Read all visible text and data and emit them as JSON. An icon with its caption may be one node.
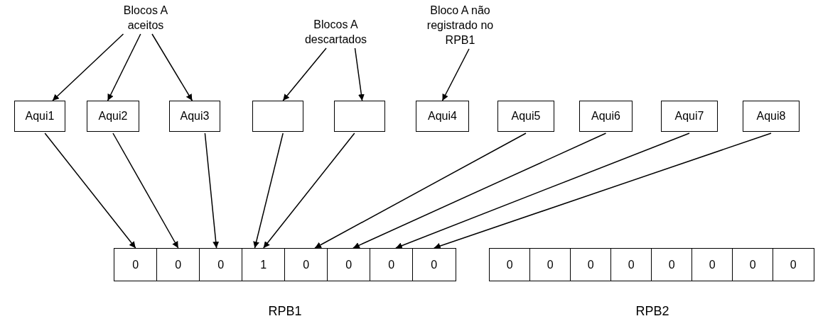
{
  "diagram": {
    "nodes": [
      {
        "text": [
          "Blocos A aceitos"
        ]
      },
      {
        "text": [
          "Blocos A descartados"
        ]
      },
      {
        "text": [
          "Bloco A não registrado no RPB1"
        ]
      },
      {
        "text": [
          "Aqui1"
        ]
      },
      {
        "text": [
          "Aqui2"
        ]
      },
      {
        "text": [
          "Aqui3"
        ]
      },
      {
        "text": [],
        "shape": "box"
      },
      {
        "text": [],
        "shape": "box"
      },
      {
        "text": [
          "Aqui4"
        ]
      },
      {
        "text": [
          "Aqui5"
        ]
      },
      {
        "text": [
          "Aqui6"
        ]
      },
      {
        "text": [
          "Aqui7"
        ]
      },
      {
        "text": [
          "Aqui8"
        ]
      },
      {
        "text": [
          "RPB1"
        ]
      },
      {
        "text": [
          "0"
        ],
        "in": 13
      },
      {
        "text": [
          "0"
        ],
        "in": 13
      },
      {
        "text": [
          "0"
        ],
        "in": 13
      },
      {
        "text": [
          "1"
        ],
        "in": 13
      },
      {
        "text": [
          "0"
        ],
        "in": 13
      },
      {
        "text": [
          "0"
        ],
        "in": 13
      },
      {
        "text": [
          "0"
        ],
        "in": 13
      },
      {
        "text": [
          "0"
        ],
        "in": 13
      },
      {
        "text": [
          "RPB2"
        ]
      },
      {
        "text": [
          "0"
        ],
        "in": 22
      },
      {
        "text": [
          "0"
        ],
        "in": 22
      },
      {
        "text": [
          "0"
        ],
        "in": 22
      },
      {
        "text": [
          "0"
        ],
        "in": 22
      },
      {
        "text": [
          "0"
        ],
        "in": 22
      },
      {
        "text": [
          "0"
        ],
        "in": 22
      },
      {
        "text": [
          "0"
        ],
        "in": 22
      },
      {
        "text": [
          "0"
        ],
        "in": 22
      }
    ],
    "edges": [
      {
        "from": 0,
        "to": 3,
        "arrow": "to"
      },
      {
        "from": 0,
        "to": 4,
        "arrow": "to"
      },
      {
        "from": 0,
        "to": 5,
        "arrow": "to"
      },
      {
        "from": 1,
        "to": 6,
        "arrow": "to"
      },
      {
        "from": 1,
        "to": 7,
        "arrow": "to"
      },
      {
        "from": 2,
        "to": 8,
        "arrow": "to"
      },
      {
        "from": 3,
        "to": 14,
        "arrow": "to"
      },
      {
        "from": 4,
        "to": 15,
        "arrow": "to"
      },
      {
        "from": 5,
        "to": 16,
        "arrow": "to"
      },
      {
        "from": 6,
        "to": 17,
        "arrow": "to"
      },
      {
        "from": 7,
        "to": 17,
        "arrow": "to"
      },
      {
        "from": 9,
        "to": 18,
        "arrow": "to"
      },
      {
        "from": 10,
        "to": 19,
        "arrow": "to"
      },
      {
        "from": 11,
        "to": 20,
        "arrow": "to"
      },
      {
        "from": 12,
        "to": 21,
        "arrow": "to"
      }
    ]
  }
}
